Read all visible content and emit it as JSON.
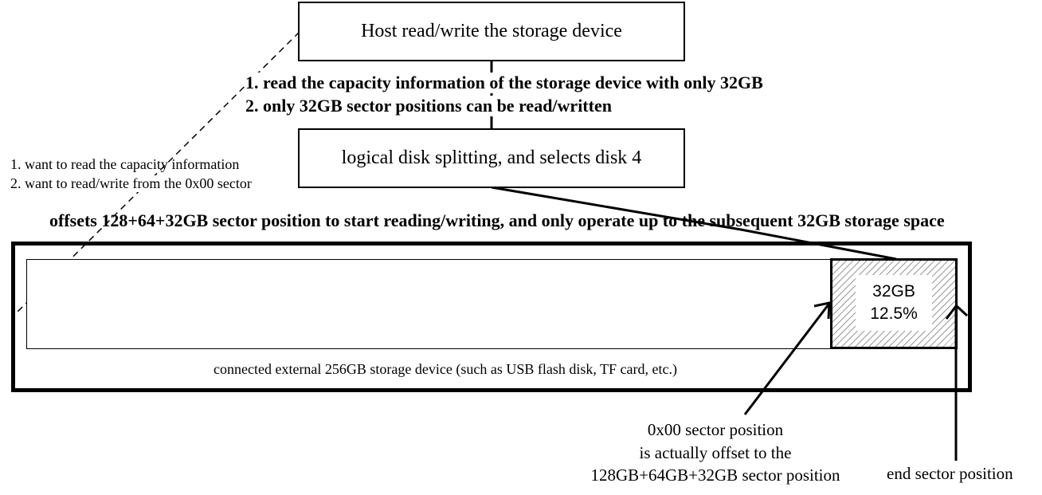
{
  "host_box": {
    "label": "Host read/write the storage device"
  },
  "host_notes": [
    "1. read the capacity information of the storage device with only 32GB",
    "2. only 32GB sector positions can be read/written"
  ],
  "split_box": {
    "label": "logical disk splitting, and selects disk 4"
  },
  "left_notes": [
    "1. want to read the capacity information",
    "2. want to read/write from the 0x00 sector"
  ],
  "offset_note": "offsets 128+64+32GB sector position to start reading/writing, and only operate up to the subsequent 32GB storage space",
  "device": {
    "caption": "connected external 256GB storage device (such as USB flash disk, TF card, etc.)",
    "partition_size": "32GB",
    "partition_percent": "12.5%"
  },
  "start_note": [
    "0x00 sector position",
    "is actually offset to the",
    "128GB+64GB+32GB sector position"
  ],
  "end_note": "end sector position"
}
